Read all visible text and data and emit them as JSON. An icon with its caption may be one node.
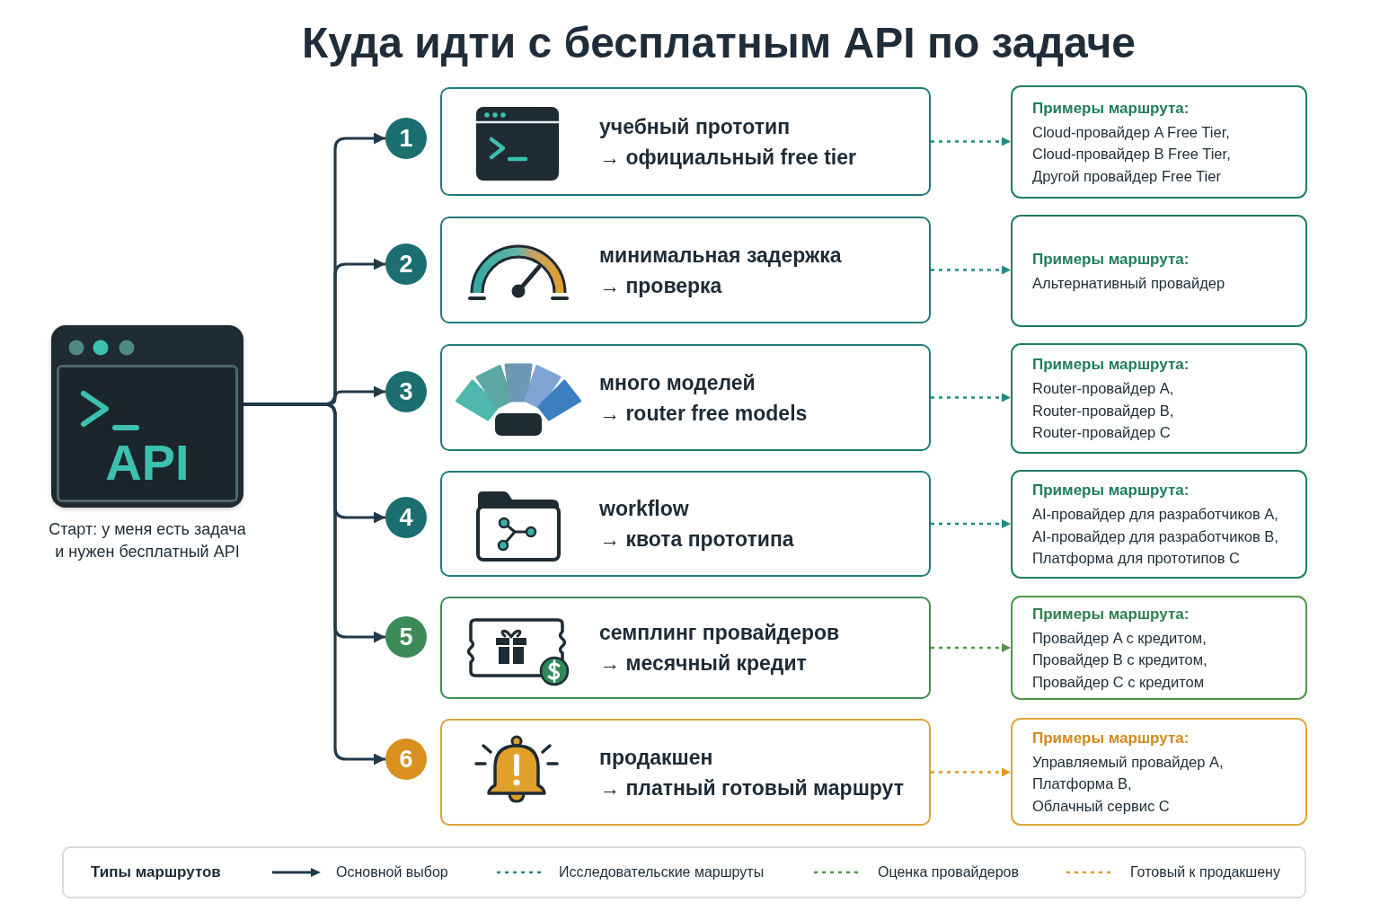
{
  "diagram": {
    "title": "Куда идти с бесплатным API по задаче",
    "nodes": [
      {
        "text": [
          "API"
        ],
        "beside": [
          "Старт: у меня есть задача и нужен бесплатный API"
        ]
      },
      {
        "text": [
          "1"
        ]
      },
      {
        "text": [
          "учебный прототип",
          "→ официальный free tier"
        ]
      },
      {
        "text": [
          "Примеры маршрута:",
          "Cloud-провайдер A Free Tier,",
          "Cloud-провайдер B Free Tier,",
          "Другой провайдер Free Tier"
        ]
      },
      {
        "text": [
          "2"
        ]
      },
      {
        "text": [
          "минимальная задержка",
          "→ проверка"
        ]
      },
      {
        "text": [
          "Примеры маршрута:",
          "Альтернативный провайдер"
        ]
      },
      {
        "text": [
          "3"
        ]
      },
      {
        "text": [
          "много моделей",
          "→ router free models"
        ]
      },
      {
        "text": [
          "Примеры маршрута:",
          "Router-провайдер A,",
          "Router-провайдер B,",
          "Router-провайдер C"
        ]
      },
      {
        "text": [
          "4"
        ]
      },
      {
        "text": [
          "workflow",
          "→ квота прототипа"
        ]
      },
      {
        "text": [
          "Примеры маршрута:",
          "AI-провайдер для разработчиков A,",
          "AI-провайдер для разработчиков B,",
          "Платформа для прототипов C"
        ]
      },
      {
        "text": [
          "5"
        ]
      },
      {
        "text": [
          "семплинг провайдеров",
          "→ месячный кредит"
        ]
      },
      {
        "text": [
          "Примеры маршрута:",
          "Провайдер A с кредитом,",
          "Провайдер B с кредитом,",
          "Провайдер C с кредитом"
        ]
      },
      {
        "text": [
          "6"
        ]
      },
      {
        "text": [
          "продакшен",
          "→ платный готовый маршрут"
        ]
      },
      {
        "text": [
          "Примеры маршрута:",
          "Управляемый провайдер A,",
          "Платформа B,",
          "Облачный сервис C"
        ]
      }
    ],
    "edges": [
      {
        "from": 0,
        "to": 1,
        "arrow": "to"
      },
      {
        "from": 0,
        "to": 4,
        "arrow": "to"
      },
      {
        "from": 0,
        "to": 7,
        "arrow": "to"
      },
      {
        "from": 0,
        "to": 10,
        "arrow": "to"
      },
      {
        "from": 0,
        "to": 13,
        "arrow": "to"
      },
      {
        "from": 0,
        "to": 16,
        "arrow": "to"
      },
      {
        "from": 2,
        "to": 3,
        "arrow": "to",
        "style": "dashed",
        "color": "#1f8a80"
      },
      {
        "from": 5,
        "to": 6,
        "arrow": "to",
        "style": "dashed",
        "color": "#1f8a80"
      },
      {
        "from": 8,
        "to": 9,
        "arrow": "to",
        "style": "dashed",
        "color": "#1f8a80"
      },
      {
        "from": 11,
        "to": 12,
        "arrow": "to",
        "style": "dashed",
        "color": "#1f8a80"
      },
      {
        "from": 14,
        "to": 15,
        "arrow": "to",
        "style": "dashed",
        "color": "#4a9a3c"
      },
      {
        "from": 17,
        "to": 18,
        "arrow": "to",
        "style": "dashed",
        "color": "#e09a2a"
      }
    ],
    "labels": [
      "Типы маршрутов"
    ],
    "legend": [
      {
        "text": "Основной выбор"
      },
      {
        "text": "Исследовательские маршруты"
      },
      {
        "text": "Оценка провайдеров"
      },
      {
        "text": "Готовый к продакшену"
      }
    ]
  }
}
